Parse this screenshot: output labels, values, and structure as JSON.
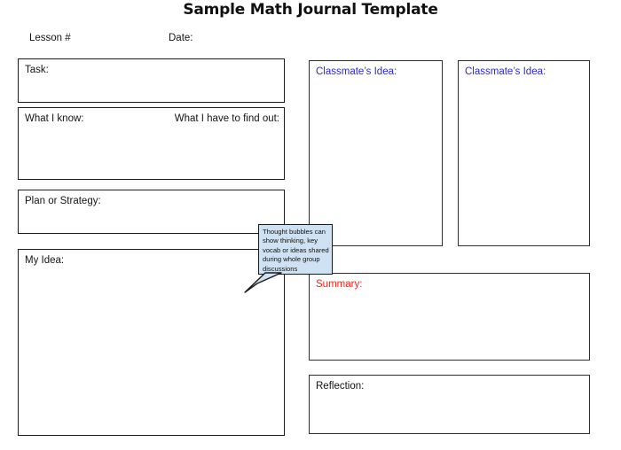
{
  "header": {
    "title": "Sample Math Journal Template",
    "lesson_label": "Lesson #",
    "date_label": "Date:"
  },
  "sections": {
    "task": {
      "label": "Task:"
    },
    "what_i_know": {
      "label": "What I know:",
      "find_out_label": "What I have to find out:"
    },
    "plan": {
      "label": "Plan or Strategy:"
    },
    "my_idea": {
      "label": "My Idea:"
    },
    "classmate_idea_1": {
      "label": "Classmate’s Idea:"
    },
    "classmate_idea_2": {
      "label": "Classmate’s Idea:"
    },
    "summary": {
      "label": "Summary:"
    },
    "reflection": {
      "label": "Reflection:"
    }
  },
  "callout": {
    "text": "Thought bubbles can show thinking, key vocab or ideas shared during whole group discussions"
  },
  "colors": {
    "classmate_label_blue": "#2a2ad4",
    "summary_label_red": "#f0261c",
    "callout_fill": "#cfe2f3",
    "box_border": "#1b1b1b"
  }
}
